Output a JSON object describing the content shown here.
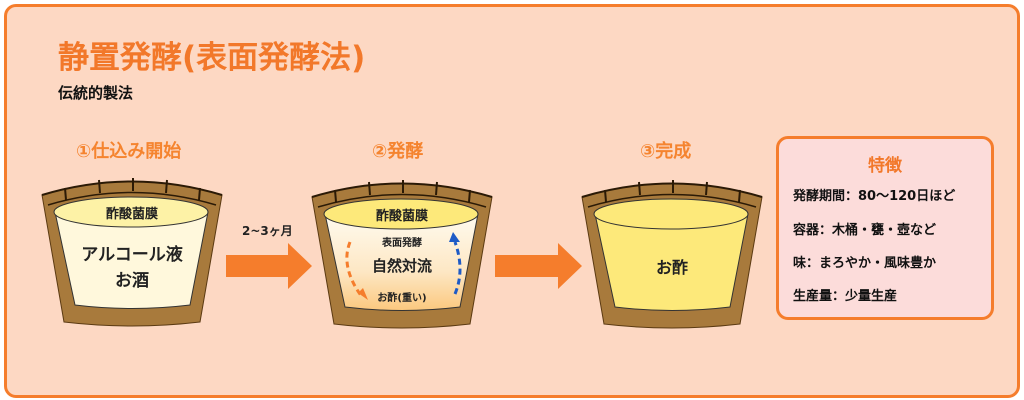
{
  "title": "静置発酵(表面発酵法)",
  "subtitle": "伝統的製法",
  "steps": [
    {
      "label": "①仕込み開始",
      "film": "酢酸菌膜",
      "line1": "アルコール液",
      "line2": "お酒"
    },
    {
      "label": "②発酵",
      "film": "酢酸菌膜",
      "surface": "表面発酵",
      "center": "自然対流",
      "bottom": "お酢(重い)"
    },
    {
      "label": "③完成",
      "center": "お酢"
    }
  ],
  "arrow_label": "2~3ヶ月",
  "features": {
    "title": "特徴",
    "items": [
      "発酵期間：80～120日ほど",
      "容器：木桶・甕・壺など",
      "味：まろやか・風味豊か",
      "生産量：少量生産"
    ]
  },
  "colors": {
    "accent": "#f57d2c",
    "background": "#fdd8c3",
    "tub": "#a87a3c",
    "panel": "#fcdcda"
  }
}
